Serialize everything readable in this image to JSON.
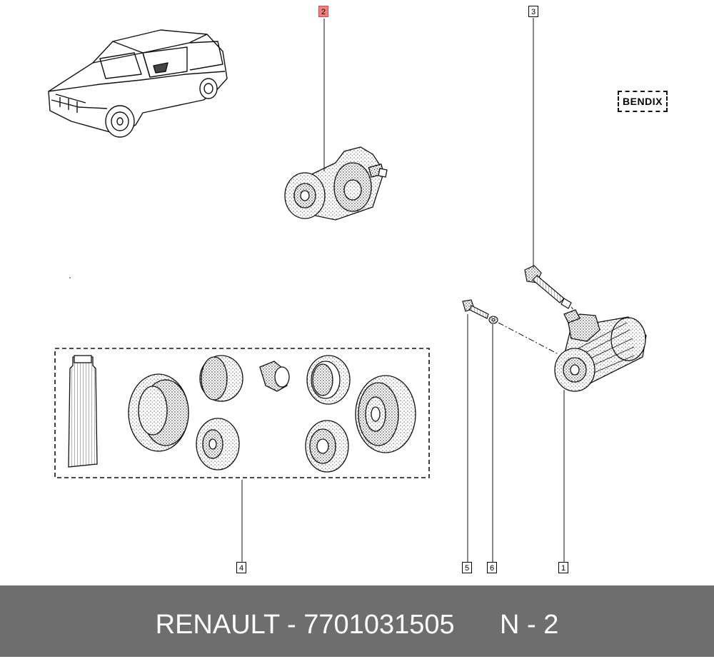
{
  "callouts": {
    "c1": "1",
    "c2": "2",
    "c3": "3",
    "c4": "4",
    "c5": "5",
    "c6": "6"
  },
  "brand_label": "BENDIX",
  "footer": {
    "brand": "RENAULT",
    "separator": " - ",
    "part_number": "7701031505",
    "position": "N - 2"
  },
  "colors": {
    "highlight": "#f08080",
    "footer_bg": "#6e6e6e"
  }
}
